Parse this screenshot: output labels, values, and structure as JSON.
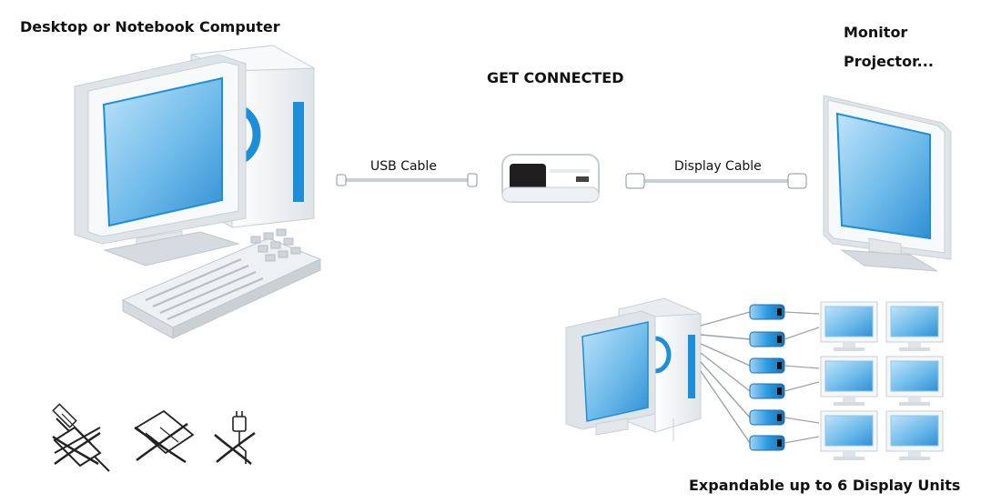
{
  "labels": {
    "computer": "Desktop or Notebook Computer",
    "get_connected": "GET CONNECTED",
    "monitor": "Monitor",
    "projector": "Projector...",
    "usb_cable": "USB Cable",
    "display_cable": "Display Cable",
    "expandable": "Expandable up to 6 Display Units"
  },
  "colors": {
    "screen_blue": "#4aa3df",
    "accent_blue": "#1d8fd8",
    "adapter_blue": "#2d9be0",
    "body_white": "#f4f6f8",
    "outline": "#c9d0d6",
    "dark": "#222222"
  },
  "icons": [
    "no-screwdriver-icon",
    "no-pci-card-icon",
    "no-power-plug-icon"
  ]
}
